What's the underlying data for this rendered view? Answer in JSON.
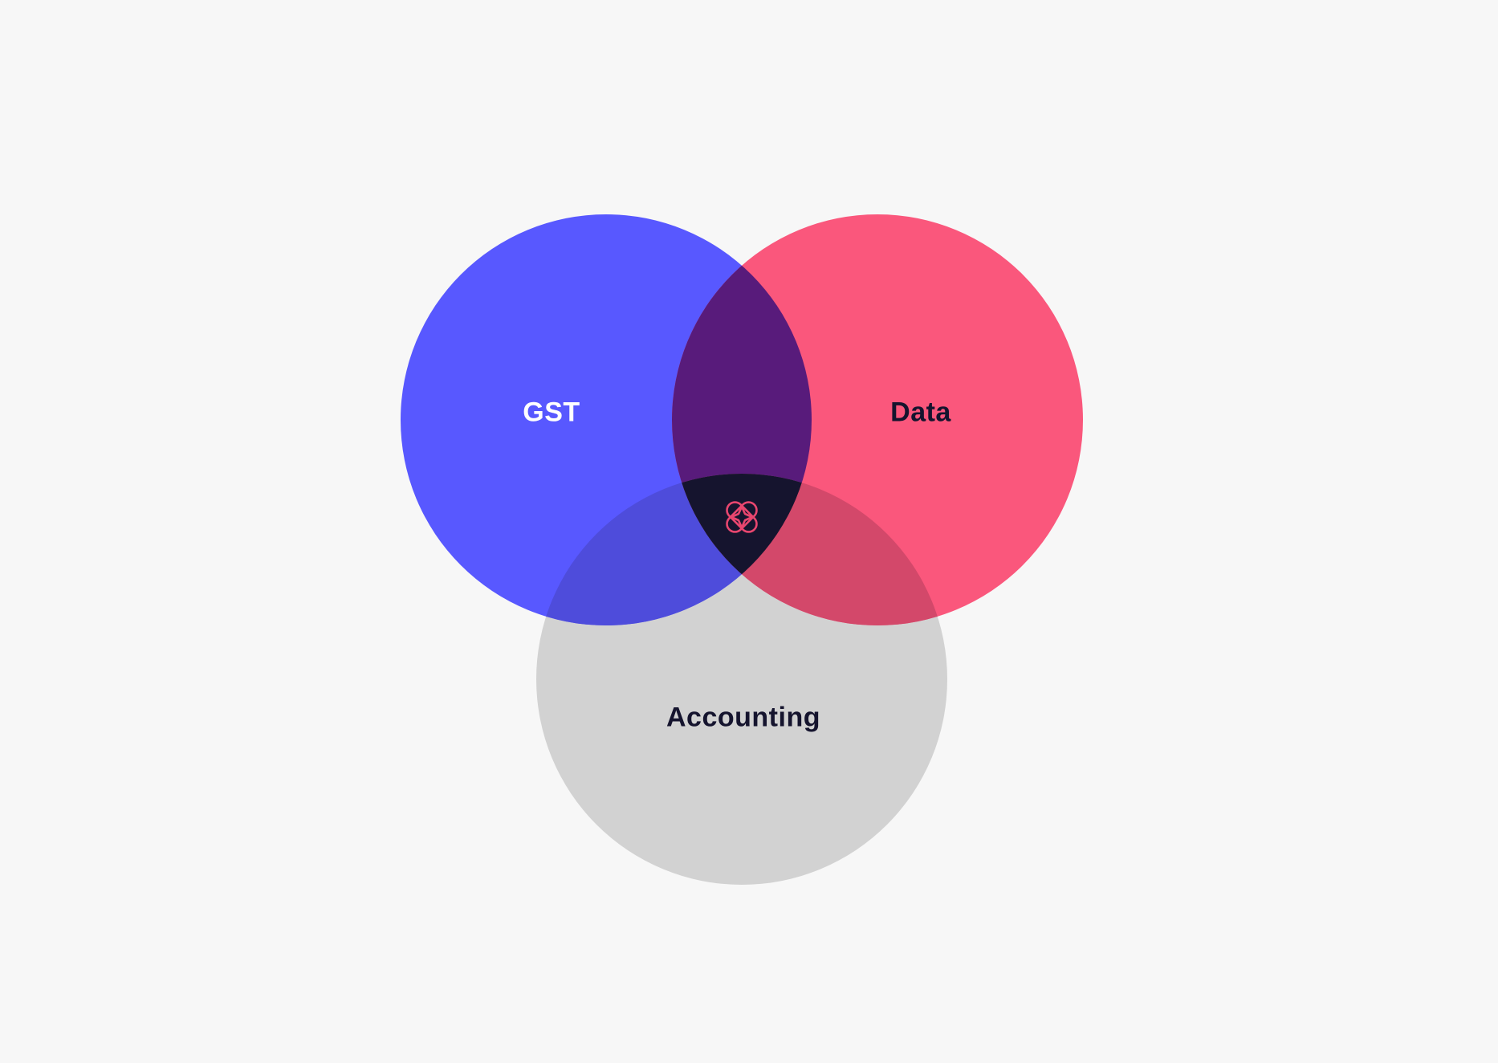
{
  "diagram": {
    "type": "venn",
    "sets": [
      {
        "id": "gst",
        "label": "GST",
        "color": "#5858ff",
        "text_color": "#ffffff"
      },
      {
        "id": "data",
        "label": "Data",
        "color": "#fa577c",
        "text_color": "#15142e"
      },
      {
        "id": "accounting",
        "label": "Accounting",
        "color": "#d2d2d2",
        "text_color": "#15142e"
      }
    ],
    "intersections": {
      "gst_data": {
        "color": "#581b7b"
      },
      "gst_accounting": {
        "color": "#4e4cdb"
      },
      "data_accounting": {
        "color": "#d3486a"
      },
      "all_three": {
        "color": "#15142e",
        "icon": "brand-logo-icon",
        "icon_color": "#e8466f"
      }
    },
    "background": "#f7f7f7"
  }
}
